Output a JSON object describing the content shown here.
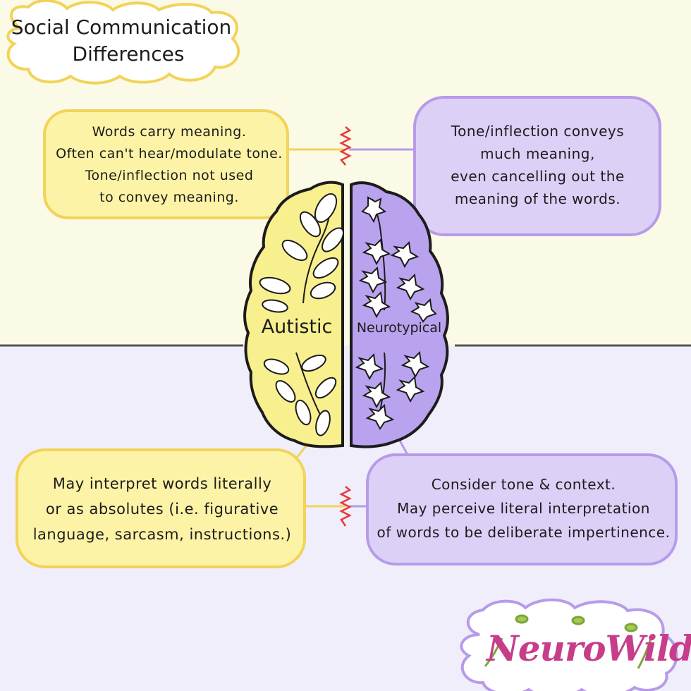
{
  "title": {
    "line1": "Social Communication",
    "line2": "Differences"
  },
  "brain": {
    "left_label": "Autistic",
    "right_label": "Neurotypical"
  },
  "boxes": {
    "top_left": [
      "Words carry meaning.",
      "Often can't hear/modulate tone.",
      "Tone/inflection not used",
      "to convey meaning."
    ],
    "top_right": [
      "Tone/inflection conveys",
      "much meaning,",
      "even cancelling out the",
      "meaning of the words."
    ],
    "bottom_left": [
      "May interpret words literally",
      "or as absolutes (i.e. figurative",
      "language, sarcasm, instructions.)"
    ],
    "bottom_right": [
      "Consider tone & context.",
      "May perceive literal interpretation",
      "of words to be deliberate impertinence."
    ]
  },
  "logo": {
    "text": "NeuroWild"
  },
  "colors": {
    "top_background": "#fbfae6",
    "bottom_background": "#f0eefb",
    "yellow_fill": "#fdf3a6",
    "yellow_border": "#f2d35a",
    "purple_fill": "#dcd0f7",
    "purple_border": "#b79be8",
    "brain_yellow": "#f8ef8e",
    "brain_purple": "#b9a2ee",
    "outline": "#1c1c1c",
    "zigzag_red": "#e53a3a",
    "logo_pink": "#c73d8a"
  }
}
